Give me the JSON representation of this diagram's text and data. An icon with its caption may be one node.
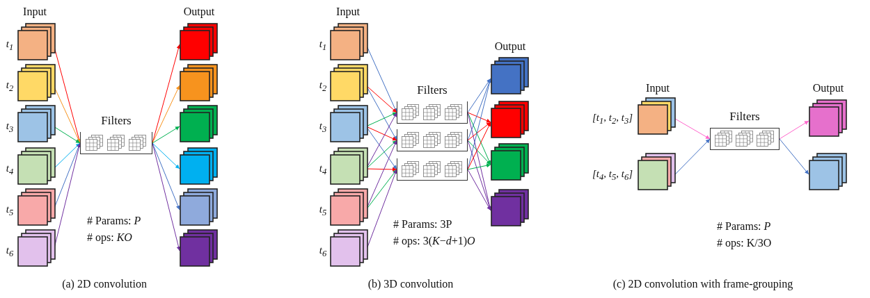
{
  "diagram": {
    "nodes": [
      {
        "text": [],
        "shape": "box",
        "beside": [
          "t$_{1}$"
        ]
      },
      {
        "text": [],
        "shape": "box",
        "beside": [
          "t$_{2}$"
        ]
      },
      {
        "text": [],
        "shape": "box",
        "beside": [
          "t$_{3}$"
        ]
      },
      {
        "text": [],
        "shape": "box",
        "beside": [
          "t$_{4}$"
        ]
      },
      {
        "text": [],
        "shape": "box",
        "beside": [
          "t$_{5}$"
        ]
      },
      {
        "text": [],
        "shape": "box",
        "beside": [
          "t$_{6}$"
        ]
      },
      {
        "text": [
          "Filters"
        ]
      },
      {
        "text": [],
        "shape": "box"
      },
      {
        "text": [],
        "shape": "box"
      },
      {
        "text": [],
        "shape": "box"
      },
      {
        "text": [],
        "shape": "box"
      },
      {
        "text": [],
        "shape": "box"
      },
      {
        "text": [],
        "shape": "box"
      },
      {
        "text": [],
        "shape": "box",
        "beside": [
          "t$_{1}$"
        ]
      },
      {
        "text": [],
        "shape": "box",
        "beside": [
          "t$_{2}$"
        ]
      },
      {
        "text": [],
        "shape": "box",
        "beside": [
          "t$_{3}$"
        ]
      },
      {
        "text": [],
        "shape": "box",
        "beside": [
          "t$_{4}$"
        ]
      },
      {
        "text": [],
        "shape": "box",
        "beside": [
          "t$_{5}$"
        ]
      },
      {
        "text": [],
        "shape": "box",
        "beside": [
          "t$_{6}$"
        ]
      },
      {
        "text": [
          "Filters"
        ]
      },
      {
        "text": [],
        "shape": "box"
      },
      {
        "text": [],
        "shape": "box"
      },
      {
        "text": [],
        "shape": "box"
      },
      {
        "text": [],
        "shape": "box"
      },
      {
        "text": [],
        "shape": "box"
      },
      {
        "text": [],
        "shape": "box"
      },
      {
        "text": [],
        "shape": "box",
        "beside": [
          "[t$_{1}$, t$_{2}$, t$_{3}$]"
        ]
      },
      {
        "text": [],
        "shape": "box",
        "beside": [
          "[t$_{4}$, t$_{5}$, t$_{6}$]"
        ]
      },
      {
        "text": [
          "Filters"
        ]
      },
      {
        "text": [],
        "shape": "box"
      },
      {
        "text": [],
        "shape": "box"
      }
    ],
    "edges": [
      {
        "from": 0,
        "to": 6,
        "arrow": "to",
        "color": "#ff0000"
      },
      {
        "from": 1,
        "to": 6,
        "arrow": "to",
        "color": "#f7931e"
      },
      {
        "from": 2,
        "to": 6,
        "arrow": "to",
        "color": "#00b050"
      },
      {
        "from": 3,
        "to": 6,
        "arrow": "to",
        "color": "#00b0f0"
      },
      {
        "from": 4,
        "to": 6,
        "arrow": "to",
        "color": "#4472c4"
      },
      {
        "from": 5,
        "to": 6,
        "arrow": "to",
        "color": "#7030a0"
      },
      {
        "from": 6,
        "to": 7,
        "arrow": "to",
        "color": "#ff0000"
      },
      {
        "from": 6,
        "to": 8,
        "arrow": "to",
        "color": "#f7931e"
      },
      {
        "from": 6,
        "to": 9,
        "arrow": "to",
        "color": "#00b050"
      },
      {
        "from": 6,
        "to": 10,
        "arrow": "to",
        "color": "#00b0f0"
      },
      {
        "from": 6,
        "to": 11,
        "arrow": "to",
        "color": "#4472c4"
      },
      {
        "from": 6,
        "to": 12,
        "arrow": "to",
        "color": "#7030a0"
      },
      {
        "from": 13,
        "to": 19,
        "arrow": "to",
        "color": "#4472c4"
      },
      {
        "from": 14,
        "to": 19,
        "arrow": "to",
        "color": "#ff0000"
      },
      {
        "from": 14,
        "to": 20,
        "arrow": "to",
        "color": "#4472c4"
      },
      {
        "from": 15,
        "to": 19,
        "arrow": "to",
        "color": "#00b050"
      },
      {
        "from": 15,
        "to": 20,
        "arrow": "to",
        "color": "#ff0000"
      },
      {
        "from": 15,
        "to": 21,
        "arrow": "to",
        "color": "#4472c4"
      },
      {
        "from": 16,
        "to": 19,
        "arrow": "to",
        "color": "#7030a0"
      },
      {
        "from": 16,
        "to": 20,
        "arrow": "to",
        "color": "#00b050"
      },
      {
        "from": 16,
        "to": 21,
        "arrow": "to",
        "color": "#ff0000"
      },
      {
        "from": 17,
        "to": 20,
        "arrow": "to",
        "color": "#7030a0"
      },
      {
        "from": 17,
        "to": 21,
        "arrow": "to",
        "color": "#00b050"
      },
      {
        "from": 18,
        "to": 21,
        "arrow": "to",
        "color": "#7030a0"
      },
      {
        "from": 19,
        "to": 22,
        "arrow": "to",
        "color": "#4472c4"
      },
      {
        "from": 19,
        "to": 23,
        "arrow": "to",
        "color": "#ff0000"
      },
      {
        "from": 19,
        "to": 24,
        "arrow": "to",
        "color": "#00b050"
      },
      {
        "from": 19,
        "to": 25,
        "arrow": "to",
        "color": "#7030a0"
      },
      {
        "from": 20,
        "to": 22,
        "arrow": "to",
        "color": "#4472c4"
      },
      {
        "from": 20,
        "to": 23,
        "arrow": "to",
        "color": "#ff0000"
      },
      {
        "from": 20,
        "to": 24,
        "arrow": "to",
        "color": "#00b050"
      },
      {
        "from": 20,
        "to": 25,
        "arrow": "to",
        "color": "#7030a0"
      },
      {
        "from": 21,
        "to": 22,
        "arrow": "to",
        "color": "#4472c4"
      },
      {
        "from": 21,
        "to": 23,
        "arrow": "to",
        "color": "#ff0000"
      },
      {
        "from": 21,
        "to": 24,
        "arrow": "to",
        "color": "#00b050"
      },
      {
        "from": 21,
        "to": 25,
        "arrow": "to",
        "color": "#7030a0"
      },
      {
        "from": 26,
        "to": 28,
        "arrow": "to",
        "color": "#ff66cc"
      },
      {
        "from": 27,
        "to": 28,
        "arrow": "to",
        "color": "#4472c4"
      },
      {
        "from": 28,
        "to": 29,
        "arrow": "to",
        "color": "#ff66cc"
      },
      {
        "from": 28,
        "to": 30,
        "arrow": "to",
        "color": "#4472c4"
      }
    ],
    "labels": [
      "Input",
      "Output",
      "# Params: *P*",
      "# ops: *KO*",
      "(a)  2D convolution",
      "Input",
      "Output",
      "# Params: 3P",
      "# ops: 3(*K*−*d*+1)*O*",
      "(b)  3D convolution",
      "Input",
      "Output",
      "# Params: *P*",
      "# ops: K/3O",
      "(c)  2D convolution with frame-grouping"
    ]
  }
}
